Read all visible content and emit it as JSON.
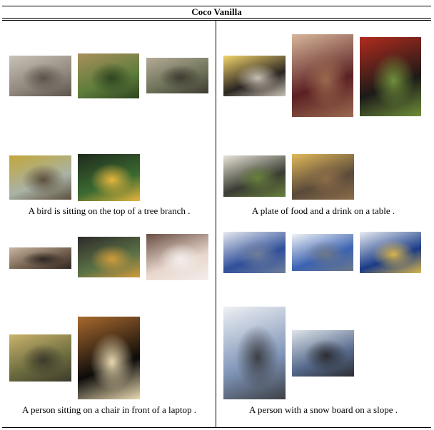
{
  "table": {
    "title": "Coco Vanilla",
    "cells": [
      {
        "caption": "A bird is sitting on the top of a tree branch .",
        "images": [
          {
            "name": "plover-on-sand",
            "colors": [
              "#8f877c",
              "#c9c2b7",
              "#5b544c"
            ]
          },
          {
            "name": "bird-on-feeder",
            "colors": [
              "#5e7d3b",
              "#a98f5b",
              "#2f4420"
            ]
          },
          {
            "name": "bird-on-rock",
            "colors": [
              "#6b7157",
              "#b5aa96",
              "#3f3a31"
            ]
          },
          {
            "name": "two-finches-on-branch",
            "colors": [
              "#a9b2a6",
              "#c2a83a",
              "#5c4f3b"
            ]
          },
          {
            "name": "toucan-in-aviary",
            "colors": [
              "#3b6a31",
              "#1e2a1d",
              "#e7b53c"
            ]
          }
        ]
      },
      {
        "caption": "A plate of food and a drink on a table .",
        "images": [
          {
            "name": "breakfast-plate",
            "colors": [
              "#2b2622",
              "#f2d46b",
              "#c8c1b4"
            ]
          },
          {
            "name": "wine-and-pizza",
            "colors": [
              "#5c2023",
              "#d7b79b",
              "#9a6a4f"
            ]
          },
          {
            "name": "sandwich-and-salad",
            "colors": [
              "#1c1a18",
              "#b22b1e",
              "#6f8f3a"
            ]
          },
          {
            "name": "broccoli-dish",
            "colors": [
              "#3a3d33",
              "#e9e4d8",
              "#68803c"
            ]
          },
          {
            "name": "corn-and-pasta",
            "colors": [
              "#5a4a3a",
              "#e1b85a",
              "#8c6d48"
            ]
          }
        ]
      },
      {
        "caption": "A person sitting on a chair in front of a laptop .",
        "images": [
          {
            "name": "office-panorama",
            "colors": [
              "#6e5a49",
              "#c9b7a2",
              "#2f2823"
            ]
          },
          {
            "name": "laptop-desk-clutter",
            "colors": [
              "#5b7246",
              "#2d2b2a",
              "#d29b3b"
            ]
          },
          {
            "name": "man-sleeping-with-phone",
            "colors": [
              "#e8d6cc",
              "#6a4f44",
              "#f3efec"
            ]
          },
          {
            "name": "table-with-bananas",
            "colors": [
              "#6b6b3f",
              "#c9b36b",
              "#3c3a2b"
            ]
          },
          {
            "name": "dark-table-lamp",
            "colors": [
              "#0d0b0a",
              "#a86a2e",
              "#e8d9b0"
            ]
          }
        ]
      },
      {
        "caption": "A person with a snow board on a slope .",
        "images": [
          {
            "name": "snowboard-jump-crowd",
            "colors": [
              "#2f4f9a",
              "#e6e9ef",
              "#6f7e9a"
            ]
          },
          {
            "name": "snowy-mountains",
            "colors": [
              "#3b63b1",
              "#f1f3f7",
              "#6d7788"
            ]
          },
          {
            "name": "snowboarder-midair",
            "colors": [
              "#1a3b86",
              "#e7ecf3",
              "#d9b44a"
            ]
          },
          {
            "name": "ski-tracks-slope",
            "colors": [
              "#7f95b8",
              "#eef0f4",
              "#3d3f45"
            ]
          },
          {
            "name": "snowboarder-on-slope",
            "colors": [
              "#566a8c",
              "#dfe4ea",
              "#2b2d31"
            ]
          }
        ]
      }
    ]
  }
}
